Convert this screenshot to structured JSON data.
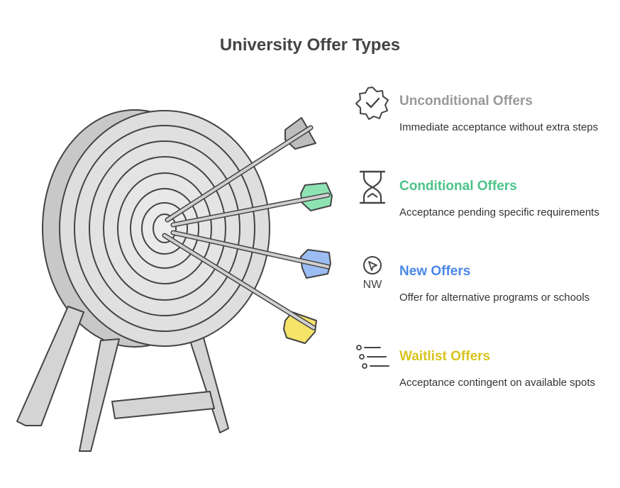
{
  "title": "University Offer Types",
  "items": [
    {
      "heading": "Unconditional Offers",
      "description": "Immediate acceptance without extra steps",
      "color": "#999999",
      "icon": "badge-check-icon"
    },
    {
      "heading": "Conditional Offers",
      "description": "Acceptance pending specific requirements",
      "color": "#4cc38a",
      "icon": "hourglass-icon"
    },
    {
      "heading": "New Offers",
      "description": "Offer for alternative programs or schools",
      "color": "#4a86e8",
      "icon": "compass-nw-icon",
      "icon_text": "NW"
    },
    {
      "heading": "Waitlist Offers",
      "description": "Acceptance contingent on available spots",
      "color": "#d8c41c",
      "icon": "list-icon"
    }
  ]
}
